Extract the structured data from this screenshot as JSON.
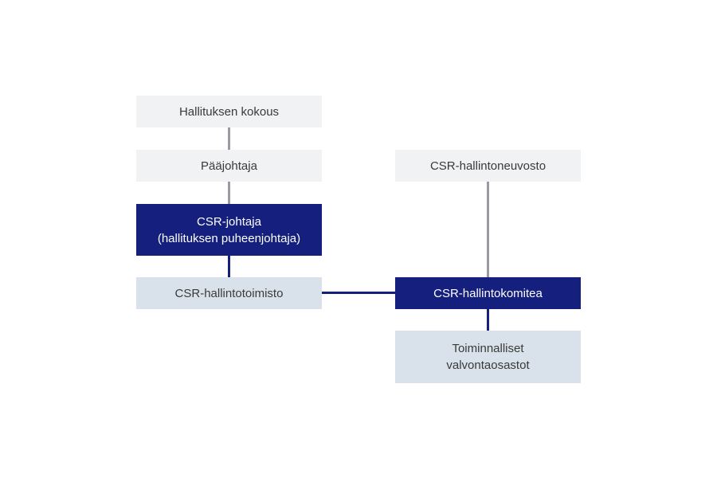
{
  "nodes": {
    "board": {
      "lines": [
        "Hallituksen kokous"
      ]
    },
    "ceo": {
      "lines": [
        "Pääjohtaja"
      ]
    },
    "csr_director": {
      "lines": [
        "CSR-johtaja",
        "(hallituksen puheenjohtaja)"
      ]
    },
    "csr_office": {
      "lines": [
        "CSR-hallintotoimisto"
      ]
    },
    "csr_council": {
      "lines": [
        "CSR-hallintoneuvosto"
      ]
    },
    "csr_committee": {
      "lines": [
        "CSR-hallintokomitea"
      ]
    },
    "operational_depts": {
      "lines": [
        "Toiminnalliset",
        "valvontaosastot"
      ]
    }
  },
  "colors": {
    "dark_box": "#141f7e",
    "light_box": "#f1f2f3",
    "blue_light_box": "#d9e2ea",
    "grey_connector": "#9a9aa2",
    "navy_connector": "#141f7e"
  }
}
